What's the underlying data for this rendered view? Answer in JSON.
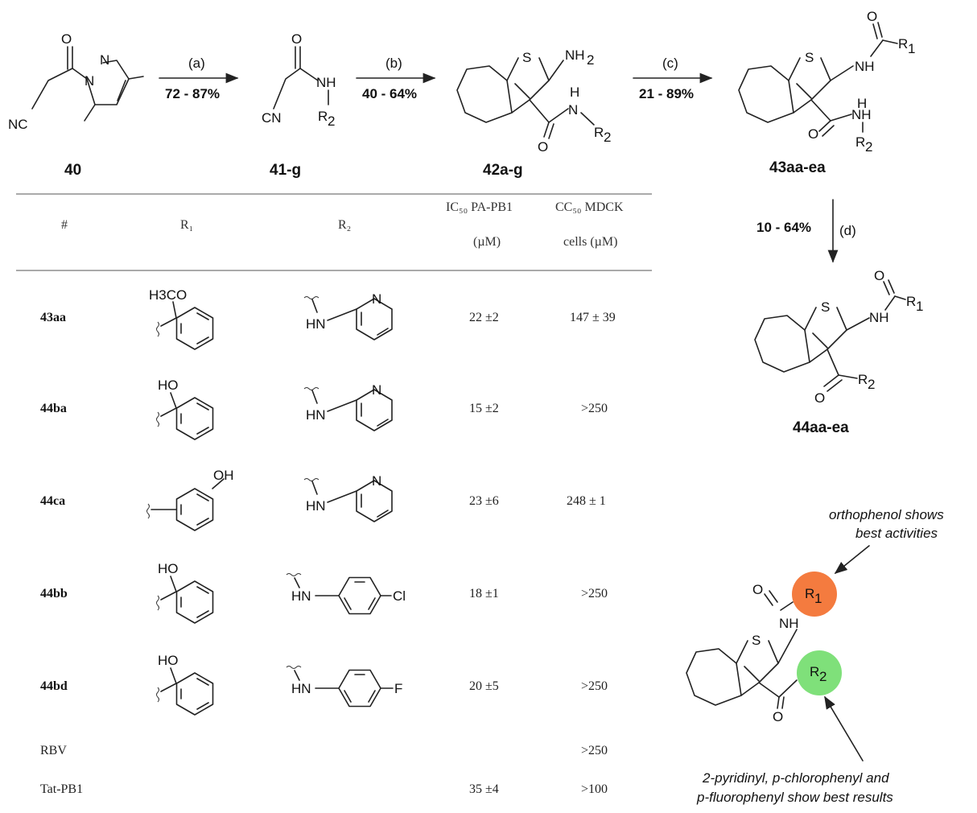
{
  "scheme": {
    "steps": [
      {
        "reagent": "(a)",
        "yield": "72 - 87%"
      },
      {
        "reagent": "(b)",
        "yield": "40 - 64%"
      },
      {
        "reagent": "(c)",
        "yield": "21 - 89%"
      },
      {
        "reagent": "(d)",
        "yield": "10 - 64%"
      }
    ],
    "compounds": [
      "40",
      "41-g",
      "42a-g",
      "43aa-ea",
      "44aa-ea"
    ]
  },
  "atoms": {
    "O": "O",
    "N": "N",
    "NC": "NC",
    "CN": "CN",
    "NH": "NH",
    "H": "H",
    "S": "S",
    "NH2": "NH",
    "sub2": "2",
    "R1": "R",
    "R2": "R",
    "sub1": "1",
    "HN": "HN",
    "H3CO": "H3CO",
    "HO": "HO",
    "OH": "OH",
    "Cl": "Cl",
    "F": "F"
  },
  "table": {
    "headers": {
      "id": "#",
      "r1": "R₁",
      "r2": "R₂",
      "ic50_line1": "IC₅₀ PA-PB1",
      "ic50_line2": "(µM)",
      "cc50_line1": "CC₅₀ MDCK",
      "cc50_line2": "cells (µM)"
    },
    "rows": [
      {
        "id": "43aa",
        "ic50": "22 ±2",
        "cc50": "147 ± 39"
      },
      {
        "id": "44ba",
        "ic50": "15 ±2",
        "cc50": ">250"
      },
      {
        "id": "44ca",
        "ic50": "23 ±6",
        "cc50": "248 ± 1"
      },
      {
        "id": "44bb",
        "ic50": "18 ±1",
        "cc50": ">250"
      },
      {
        "id": "44bd",
        "ic50": "20 ±5",
        "cc50": ">250"
      },
      {
        "id": "RBV",
        "ic50": "",
        "cc50": ">250"
      },
      {
        "id": "Tat-PB1",
        "ic50": "35 ±4",
        "cc50": ">100"
      }
    ]
  },
  "annotations": {
    "r1_note_line1": "orthophenol shows",
    "r1_note_line2": "best activities",
    "r2_note_line1": "2-pyridinyl, p-chlorophenyl and",
    "r2_note_line2": "p-fluorophenyl show best results"
  },
  "colors": {
    "bond": "#222222",
    "heteroatom_blue": "#1a8fd6",
    "active_red": "#e0201c",
    "r1_circle": "#f47b3f",
    "r2_circle": "#7fe07a"
  }
}
